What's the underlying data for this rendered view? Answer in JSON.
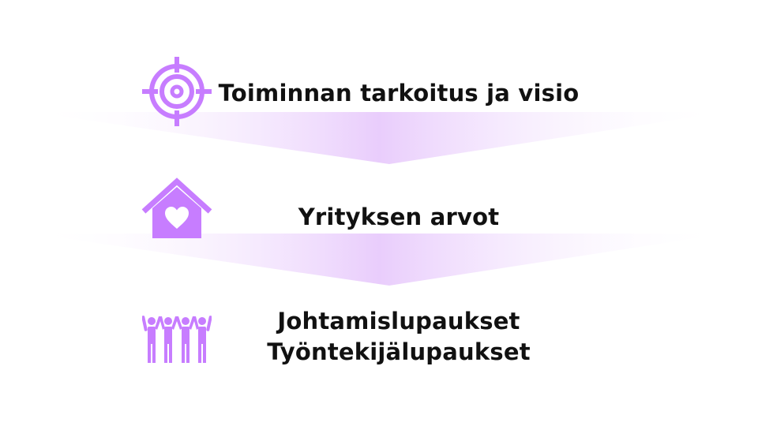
{
  "accent_color": "#c77dff",
  "steps": [
    {
      "icon": "target-crosshair-icon",
      "label": "Toiminnan tarkoitus ja visio"
    },
    {
      "icon": "house-heart-icon",
      "label": "Yrityksen arvot"
    },
    {
      "icon": "people-group-icon",
      "lines": [
        "Johtamislupaukset",
        "Työntekijälupaukset"
      ]
    }
  ]
}
